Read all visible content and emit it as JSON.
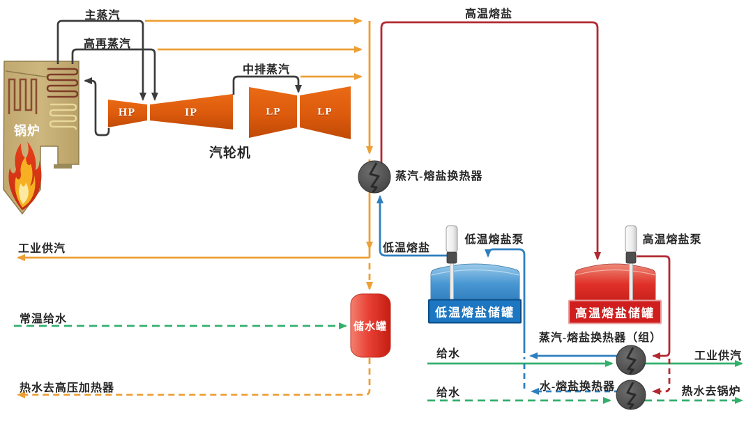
{
  "boiler": {
    "label": "锅炉"
  },
  "turbine": {
    "label": "汽轮机",
    "stages": [
      "HP",
      "IP",
      "LP",
      "LP"
    ]
  },
  "steam_lines": {
    "main_steam": "主蒸汽",
    "hot_reheat_steam": "高再蒸汽",
    "ip_exhaust_steam": "中排蒸汽"
  },
  "salt_lines": {
    "hot_molten_salt": "高温熔盐",
    "cold_molten_salt": "低温熔盐"
  },
  "heat_exchangers": {
    "steam_salt": "蒸汽-熔盐换热器",
    "steam_salt_group": "蒸汽-熔盐换热器（组）",
    "water_salt": "水-熔盐换热器"
  },
  "pumps": {
    "cold_salt_pump": "低温熔盐泵",
    "hot_salt_pump": "高温熔盐泵"
  },
  "tanks": {
    "cold_salt_tank": "低温熔盐储罐",
    "hot_salt_tank": "高温熔盐储罐",
    "water_tank": "储水罐"
  },
  "flows_left": {
    "industrial_steam": "工业供汽",
    "ambient_feedwater": "常温给水",
    "hot_water_to_hp_heater": "热水去高压加热器"
  },
  "flows_right": {
    "feedwater_top": "给水",
    "feedwater_bottom": "给水",
    "industrial_steam": "工业供汽",
    "hot_water_to_boiler": "热水去锅炉"
  },
  "colors": {
    "steam_orange": "#ED9F35",
    "pipe_black": "#3C3C3C",
    "hot_salt_red": "#B22831",
    "cold_salt_blue": "#2F7FBF",
    "water_green": "#33AF6C",
    "turbine_orange": "#D85A0D",
    "cold_tank_blue": "#2B84C8",
    "hot_tank_red": "#D32020"
  }
}
